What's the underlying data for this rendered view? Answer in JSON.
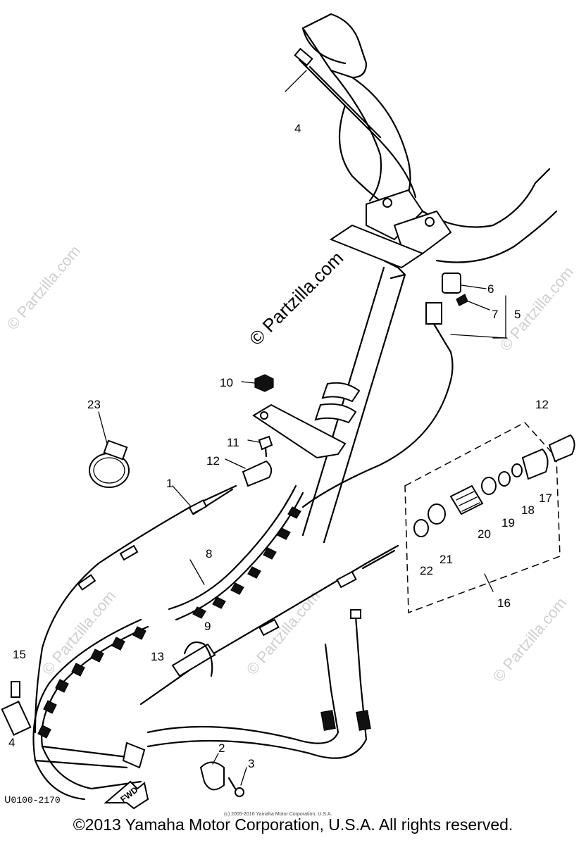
{
  "watermarks": {
    "center": "© Partzilla.com",
    "faint": "© Partzilla.com"
  },
  "diagram_code": "ᑌ0100-2170",
  "small_copyright": "(c) 2005-2016 Yamaha Motor Corporation, U.S.A.",
  "footer_copyright": "©2013 Yamaha Motor Corporation, U.S.A. All rights reserved.",
  "callouts": {
    "c1": "1",
    "c2": "2",
    "c3": "3",
    "c4a": "4",
    "c4b": "4",
    "c5": "5",
    "c6": "6",
    "c7": "7",
    "c8": "8",
    "c9": "9",
    "c10": "10",
    "c11": "11",
    "c12a": "12",
    "c12b": "12",
    "c13": "13",
    "c15": "15",
    "c16": "16",
    "c17": "17",
    "c18": "18",
    "c19": "19",
    "c20": "20",
    "c21": "21",
    "c22": "22",
    "c23": "23"
  }
}
